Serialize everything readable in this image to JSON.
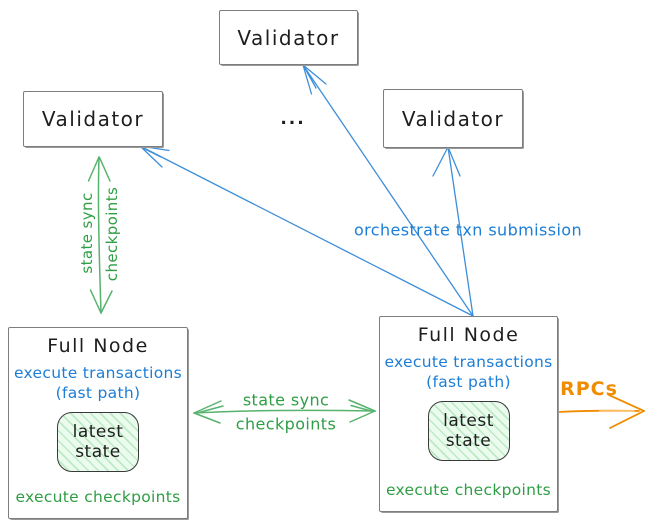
{
  "diagram": {
    "colors": {
      "green": "#2f9e44",
      "green_arrow": "#57b36e",
      "blue": "#1c7ed6",
      "blue_arrow": "#3d8ed9",
      "orange": "#f08c00",
      "text": "#1e1e1e",
      "box_border": "#7d7d7d",
      "state_fill": "#ebfbee"
    },
    "validator_top": {
      "label": "Validator"
    },
    "validator_left": {
      "label": "Validator"
    },
    "validator_right": {
      "label": "Validator"
    },
    "ellipsis": "...",
    "full_node_left": {
      "title": "Full Node",
      "exec_line1": "execute transactions",
      "exec_line2": "(fast path)",
      "state_line1": "latest",
      "state_line2": "state",
      "footer": "execute checkpoints"
    },
    "full_node_right": {
      "title": "Full Node",
      "exec_line1": "execute transactions",
      "exec_line2": "(fast path)",
      "state_line1": "latest",
      "state_line2": "state",
      "footer": "execute checkpoints"
    },
    "edges": {
      "validator_fullnode_sync": {
        "label_line1": "state sync",
        "label_line2": "checkpoints"
      },
      "fullnode_fullnode_sync": {
        "label_line1": "state sync",
        "label_line2": "checkpoints"
      },
      "orchestrate": {
        "label": "orchestrate txn submission"
      },
      "rpcs": {
        "label": "RPCs"
      }
    }
  }
}
